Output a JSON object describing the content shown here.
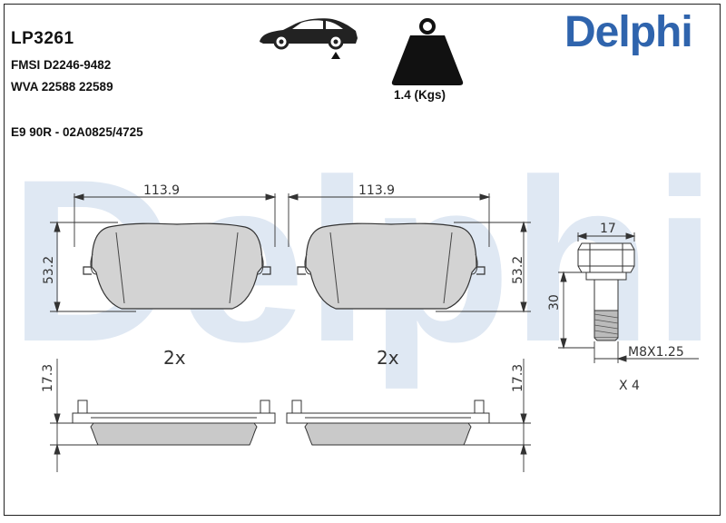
{
  "header": {
    "part_number": "LP3261",
    "fmsi": "FMSI D2246-9482",
    "wva": "WVA 22588 22589",
    "ece": "E9 90R - 02A0825/4725",
    "weight": "1.4 (Kgs)",
    "brand": "Delphi"
  },
  "icons": {
    "car": "car-rear-axle-icon",
    "weight": "weight-icon"
  },
  "colors": {
    "brand": "#2f64ad",
    "watermark": "#dfe8f3",
    "pad_fill": "#d3d3d3",
    "line": "#333333"
  },
  "drawing": {
    "pad_width_left": "113.9",
    "pad_width_right": "113.9",
    "pad_height_left": "53.2",
    "pad_height_right": "53.2",
    "qty_left": "2x",
    "qty_right": "2x",
    "thickness_left": "17.3",
    "thickness_right": "17.3",
    "bolt_head": "17",
    "bolt_length": "30",
    "bolt_thread": "M8X1.25",
    "bolt_qty": "X 4"
  }
}
